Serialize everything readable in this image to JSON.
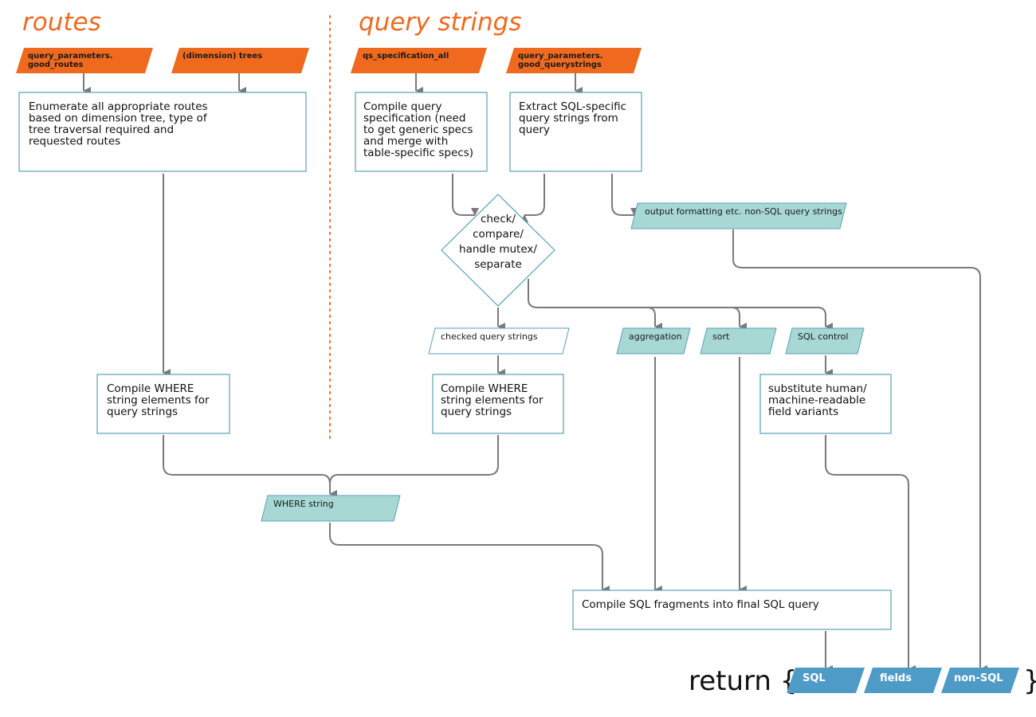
{
  "headings": {
    "routes": "routes",
    "query_strings": "query strings"
  },
  "inputs": {
    "good_routes": [
      "query_parameters.",
      "good_routes"
    ],
    "dimension_trees": [
      "(dimension) trees"
    ],
    "qs_specification_all": [
      "qs_specification_all"
    ],
    "good_querystrings": [
      "query_parameters.",
      "good_querystrings"
    ]
  },
  "process": {
    "enumerate_routes": [
      "Enumerate all appropriate routes",
      "based on dimension tree, type of",
      "tree traversal required and",
      "requested routes"
    ],
    "compile_query_spec": [
      "Compile query",
      "specification (need",
      "to get generic specs",
      "and merge with",
      "table-specific specs)"
    ],
    "extract_sql": [
      "Extract SQL-specific",
      "query strings from",
      "query"
    ],
    "compile_where_routes": [
      "Compile WHERE",
      "string elements for",
      "query strings"
    ],
    "compile_where_qs": [
      "Compile WHERE",
      "string elements for",
      "query strings"
    ],
    "substitute_fields": [
      "substitute human/",
      "machine-readable",
      "field variants"
    ],
    "compile_sql": [
      "Compile SQL fragments into final SQL query"
    ]
  },
  "decision": [
    "check/",
    "compare/",
    "handle mutex/",
    "separate"
  ],
  "data": {
    "output_formatting": "output formatting etc. non-SQL query strings",
    "checked_query_strings": "checked query strings",
    "aggregation": "aggregation",
    "sort": "sort",
    "sql_control": "SQL control",
    "where_string": "WHERE string"
  },
  "output": {
    "return_open": "return {",
    "return_close": "}",
    "sql": "SQL",
    "fields": "fields",
    "non_sql": "non-SQL"
  }
}
